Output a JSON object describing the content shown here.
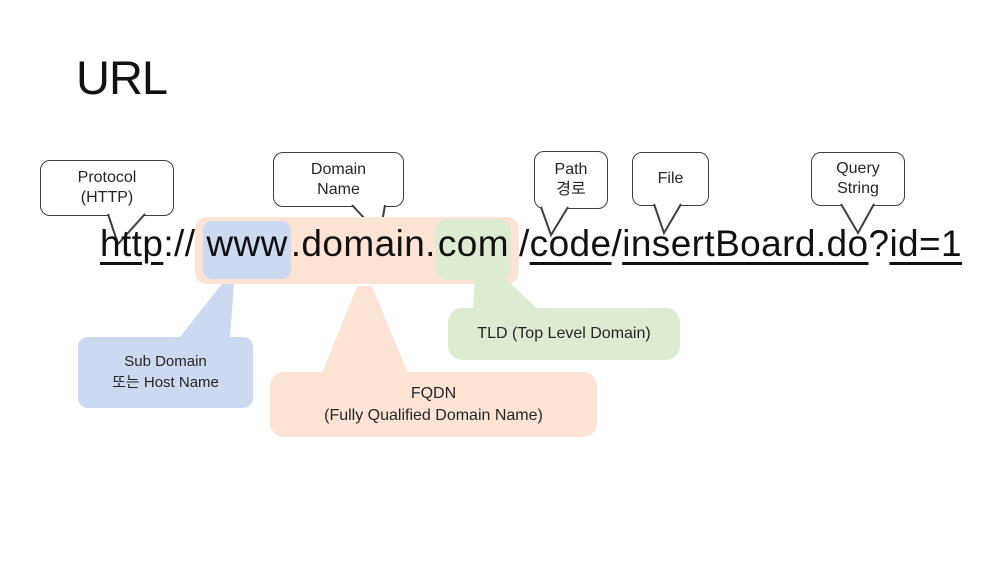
{
  "title": "URL",
  "colors": {
    "blue": "#ccd9ee",
    "peach": "#fbe3d5",
    "green": "#ddebd3"
  },
  "callouts": {
    "protocol": {
      "line1": "Protocol",
      "line2": "(HTTP)"
    },
    "domain_name": {
      "line1": "Domain",
      "line2": "Name"
    },
    "path": {
      "line1": "Path",
      "line2": "경로"
    },
    "file": {
      "line1": "File"
    },
    "query_string": {
      "line1": "Query",
      "line2": "String"
    }
  },
  "url": {
    "full": "http://www.domain.com/code/insertBoard.do?id=1",
    "protocol": "http",
    "scheme_sep": "://",
    "subdomain": "www",
    "domain": ".domain.",
    "tld": "com",
    "slash1": "/",
    "path": "code",
    "slash2": "/",
    "file": "insertBoard.do",
    "qmark": "?",
    "query": "id=1"
  },
  "labels": {
    "sub_domain": {
      "line1": "Sub Domain",
      "line2": "또는 Host Name"
    },
    "fqdn": {
      "line1": "FQDN",
      "line2": "(Fully Qualified Domain Name)"
    },
    "tld": {
      "text": "TLD (Top Level Domain)"
    }
  }
}
